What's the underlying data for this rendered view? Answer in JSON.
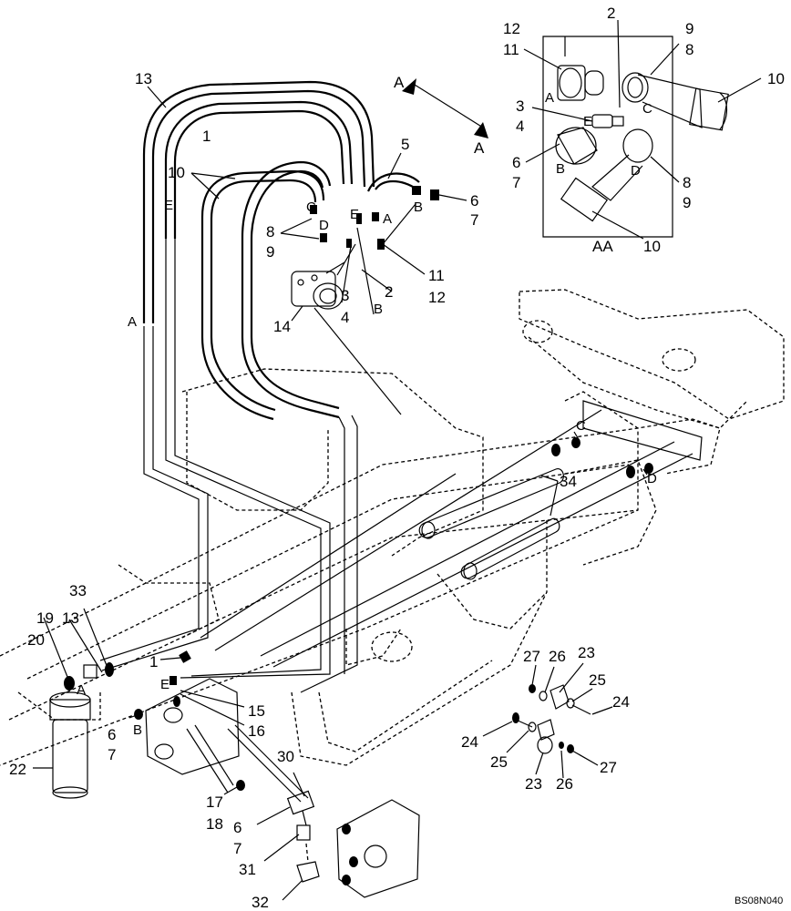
{
  "drawing_code": "BS08N040",
  "section_label": "AA",
  "view_marker": "A",
  "detail_labels": {
    "n12": "12",
    "n11": "11",
    "n2": "2",
    "n9": "9",
    "n8": "8",
    "n10": "10",
    "n3": "3",
    "n4": "4",
    "n6": "6",
    "n7": "7",
    "pA": "A",
    "pB": "B",
    "pC": "C",
    "pD": "D",
    "pE": "E"
  },
  "main_labels": {
    "n13": "13",
    "n1": "1",
    "pE": "E",
    "n10": "10",
    "n5": "5",
    "n6": "6",
    "n7": "7",
    "pC": "C",
    "pD": "D",
    "pE2": "E",
    "pA": "A",
    "pB": "B",
    "n8": "8",
    "n9": "9",
    "n11": "11",
    "n12": "12",
    "n2": "2",
    "n3": "3",
    "n4": "4",
    "pB2": "B",
    "n14": "14",
    "pA2": "A",
    "pC3": "C",
    "pD3": "D",
    "n34": "34",
    "n33": "33",
    "n19": "19",
    "n13b": "13",
    "n20": "20",
    "pA3": "A",
    "n1b": "1",
    "pE3": "E",
    "n15": "15",
    "n16": "16",
    "n6b": "6",
    "pB3": "B",
    "n7b": "7",
    "n22": "22",
    "n17": "17",
    "n18": "18",
    "n30": "30",
    "n6c": "6",
    "n7c": "7",
    "n31": "31",
    "n32": "32",
    "n27": "27",
    "n26": "26",
    "n23": "23",
    "n25": "25",
    "n24": "24",
    "n24b": "24",
    "n25b": "25",
    "n23b": "23",
    "n26b": "26",
    "n27b": "27"
  }
}
